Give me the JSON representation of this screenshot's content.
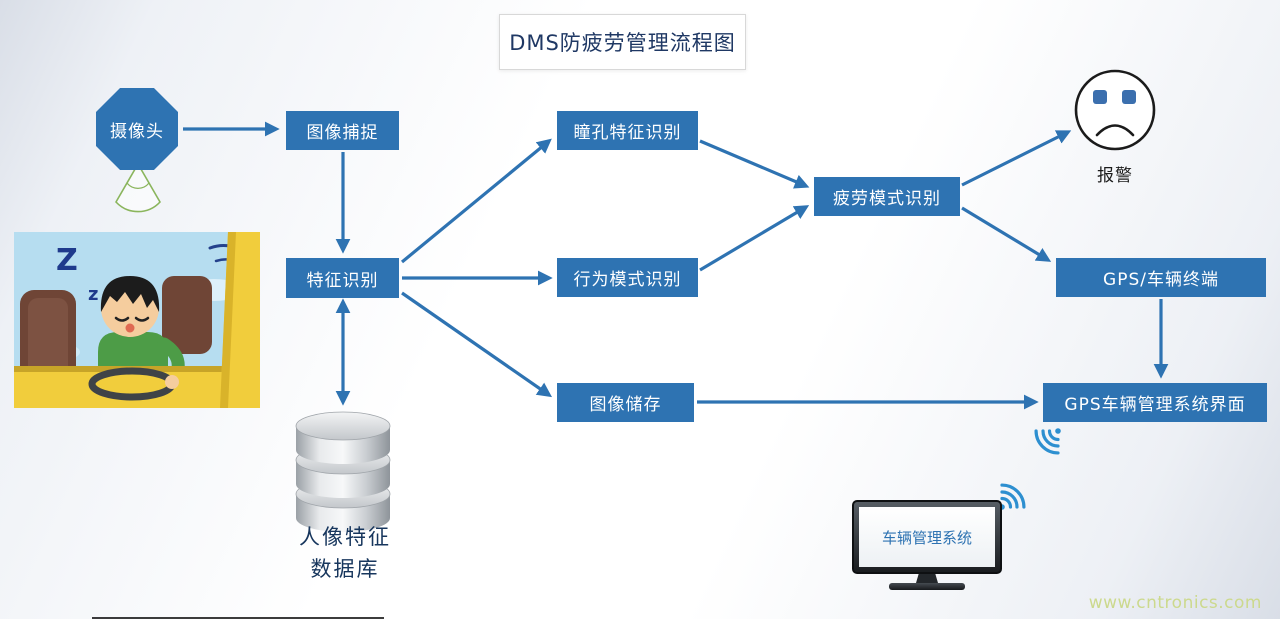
{
  "title": "DMS防疲劳管理流程图",
  "nodes": {
    "camera": "摄像头",
    "image_capture": "图像捕捉",
    "feature_recognition": "特征识别",
    "pupil_recognition": "瞳孔特征识别",
    "behavior_recognition": "行为模式识别",
    "image_storage": "图像储存",
    "fatigue_recognition": "疲劳模式识别",
    "alarm": "报警",
    "gps_terminal": "GPS/车辆终端",
    "gps_interface": "GPS车辆管理系统界面",
    "monitor_screen": "车辆管理系统"
  },
  "database": {
    "line1": "人像特征",
    "line2": "数据库"
  },
  "cartoon": {
    "z": [
      "Z",
      "z",
      "z"
    ]
  },
  "watermark": "www.cntronics.com",
  "colors": {
    "box_blue": "#2e73b2",
    "arrow_blue": "#2e73b2",
    "title_text": "#1f3864",
    "db_label": "#17365d",
    "wifi_blue": "#2d8fd0",
    "watermark": "#ccd98d"
  }
}
